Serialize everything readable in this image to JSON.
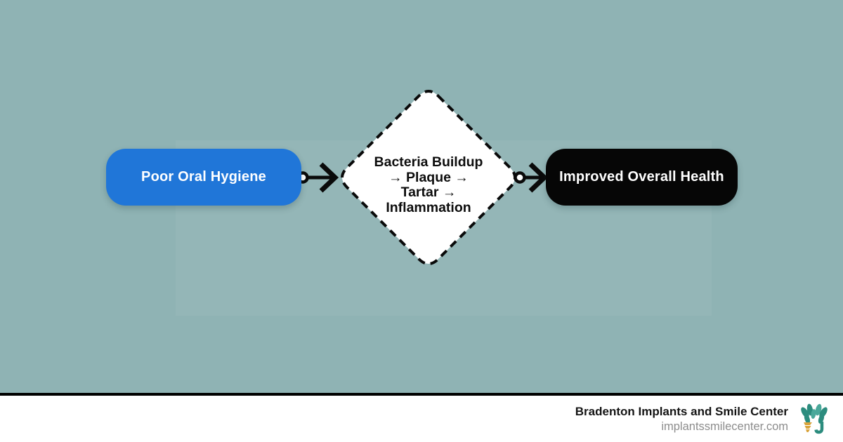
{
  "page": {
    "background_color": "#8FB3B4",
    "type": "flowchart-social-card"
  },
  "diagram": {
    "nodes": {
      "start": {
        "label": "Poor Oral Hygiene",
        "shape": "rounded-rectangle",
        "fill": "#2076D8",
        "text_color": "#FFFFFF"
      },
      "process": {
        "label": "Bacteria Buildup\n→ Plaque →\nTartar →\nInflammation",
        "shape": "diamond-dashed-border",
        "fill": "#FFFFFF",
        "text_color": "#0D0D0D"
      },
      "end": {
        "label": "Improved Overall Health",
        "shape": "rounded-rectangle",
        "fill": "#060606",
        "text_color": "#FFFFFF"
      }
    },
    "connectors": [
      {
        "from": "start",
        "to": "process",
        "style": "circle-tail-chevron-arrow",
        "color": "#0A0A0A"
      },
      {
        "from": "process",
        "to": "end",
        "style": "circle-tail-chevron-arrow",
        "color": "#0A0A0A"
      }
    ]
  },
  "footer": {
    "brand": "Bradenton Implants and Smile Center",
    "website": "implantssmilecenter.com",
    "logo": "tooth-leaves-implant-logo",
    "background": "#FFFFFF",
    "divider_color": "#000000",
    "logo_colors": {
      "teal": "#2C8C7E",
      "light_teal": "#4AA89A",
      "gold": "#D9A43C"
    }
  }
}
